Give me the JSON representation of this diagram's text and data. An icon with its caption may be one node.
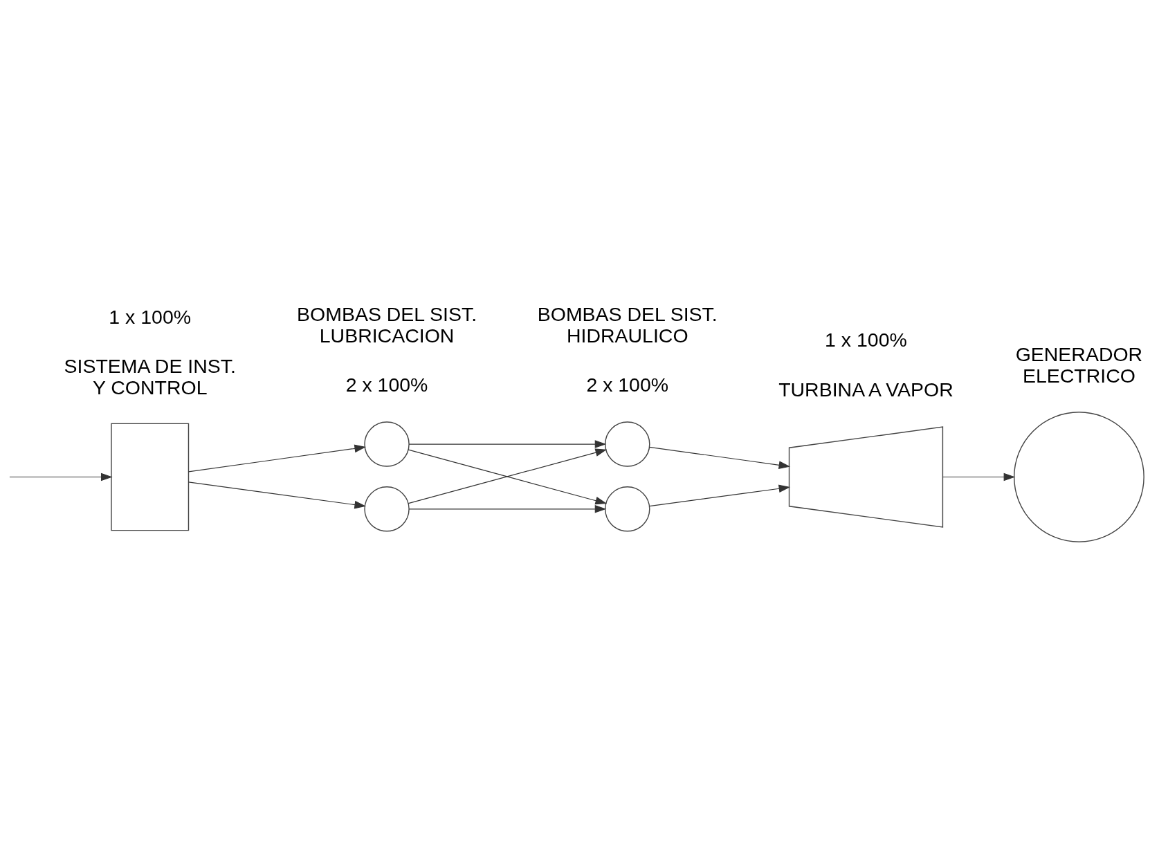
{
  "diagram": {
    "nodes": [
      {
        "text": [],
        "shape": "box",
        "beside": [
          "1 x 100%",
          "SISTEMA DE INST. Y CONTROL"
        ]
      },
      {
        "text": [],
        "shape": "circle"
      },
      {
        "text": [],
        "shape": "circle"
      },
      {
        "text": [],
        "shape": "circle"
      },
      {
        "text": [],
        "shape": "circle"
      },
      {
        "text": [],
        "shape": "trapezoid",
        "beside": [
          "1 x 100%",
          "TURBINA A VAPOR"
        ]
      },
      {
        "text": [],
        "shape": "circle",
        "beside": [
          "GENERADOR ELECTRICO"
        ]
      }
    ],
    "edges": [
      {
        "from": null,
        "to": 0,
        "arrow": "to"
      },
      {
        "from": 0,
        "to": 1,
        "arrow": "to"
      },
      {
        "from": 0,
        "to": 2,
        "arrow": "to"
      },
      {
        "from": 1,
        "to": 3,
        "arrow": "to"
      },
      {
        "from": 1,
        "to": 4,
        "arrow": "to"
      },
      {
        "from": 2,
        "to": 3,
        "arrow": "to"
      },
      {
        "from": 2,
        "to": 4,
        "arrow": "to"
      },
      {
        "from": 3,
        "to": 5,
        "arrow": "to"
      },
      {
        "from": 4,
        "to": 5,
        "arrow": "to"
      },
      {
        "from": 5,
        "to": 6,
        "arrow": "to"
      }
    ],
    "labels": [
      "2 x 100%",
      "BOMBAS DEL SIST. LUBRICACION",
      "2 x 100%",
      "BOMBAS DEL SIST. HIDRAULICO"
    ]
  }
}
